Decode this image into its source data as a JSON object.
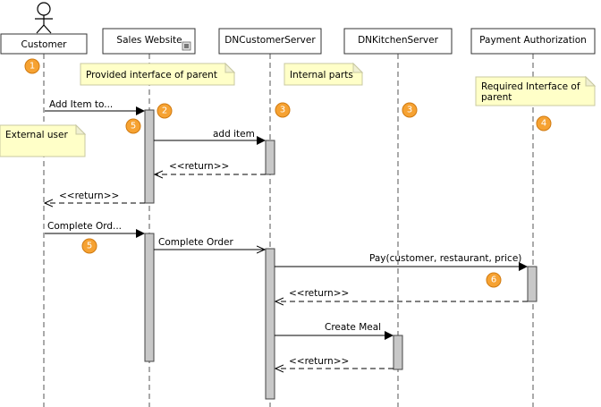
{
  "lifelines": [
    {
      "id": "customer",
      "label": "Customer",
      "actor": true
    },
    {
      "id": "sales",
      "label": "Sales Website",
      "component": true
    },
    {
      "id": "dncustomer",
      "label": "DNCustomerServer"
    },
    {
      "id": "dnkitchen",
      "label": "DNKitchenServer"
    },
    {
      "id": "payment",
      "label": "Payment Authorization"
    }
  ],
  "messages": [
    {
      "label": "Add Item to...",
      "kind": "call"
    },
    {
      "label": "add item",
      "kind": "call"
    },
    {
      "label": "<<return>>",
      "kind": "return"
    },
    {
      "label": "<<return>>",
      "kind": "return"
    },
    {
      "label": "Complete Ord...",
      "kind": "call"
    },
    {
      "label": "Complete Order",
      "kind": "call"
    },
    {
      "label": "Pay(customer, restaurant, price)",
      "kind": "call"
    },
    {
      "label": "<<return>>",
      "kind": "return"
    },
    {
      "label": "Create Meal",
      "kind": "call"
    },
    {
      "label": "<<return>>",
      "kind": "return"
    }
  ],
  "notes": [
    {
      "lines": [
        "Provided interface of parent"
      ]
    },
    {
      "lines": [
        "Internal parts"
      ]
    },
    {
      "lines": [
        "Required Interface of",
        "parent"
      ]
    },
    {
      "lines": [
        "External user"
      ]
    }
  ],
  "badges": [
    "1",
    "2",
    "3",
    "3",
    "4",
    "5",
    "5",
    "6"
  ],
  "colors": {
    "badge": "#f6a232",
    "note": "#ffffc8",
    "activation": "#c8c8c8"
  }
}
